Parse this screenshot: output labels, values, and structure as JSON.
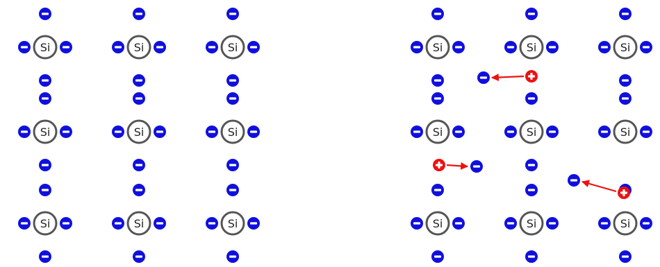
{
  "atom_label": "Si",
  "colors": {
    "background": "#ffffff",
    "electron": "#1010dd",
    "hole": "#ee1111",
    "arrow": "#ee1111",
    "atom_ring": "#555555",
    "atom_text": "#222222"
  },
  "symbols": {
    "electron": "minus-sign",
    "hole": "plus-sign"
  },
  "lattices": [
    {
      "name": "intrinsic-lattice",
      "rows": 3,
      "cols": 3,
      "transitions": []
    },
    {
      "name": "lattice-with-holes",
      "rows": 3,
      "cols": 3,
      "transitions": [
        {
          "hole_bond": "vertical row 0 col 1",
          "moved_to": "center of cell row 0 col 0-1"
        },
        {
          "hole_bond": "vertical row 1 col 0",
          "moved_to": "toward col 1"
        },
        {
          "hole_bond": "vertical row 1 col 2",
          "moved_to": "toward col 1"
        }
      ]
    }
  ]
}
